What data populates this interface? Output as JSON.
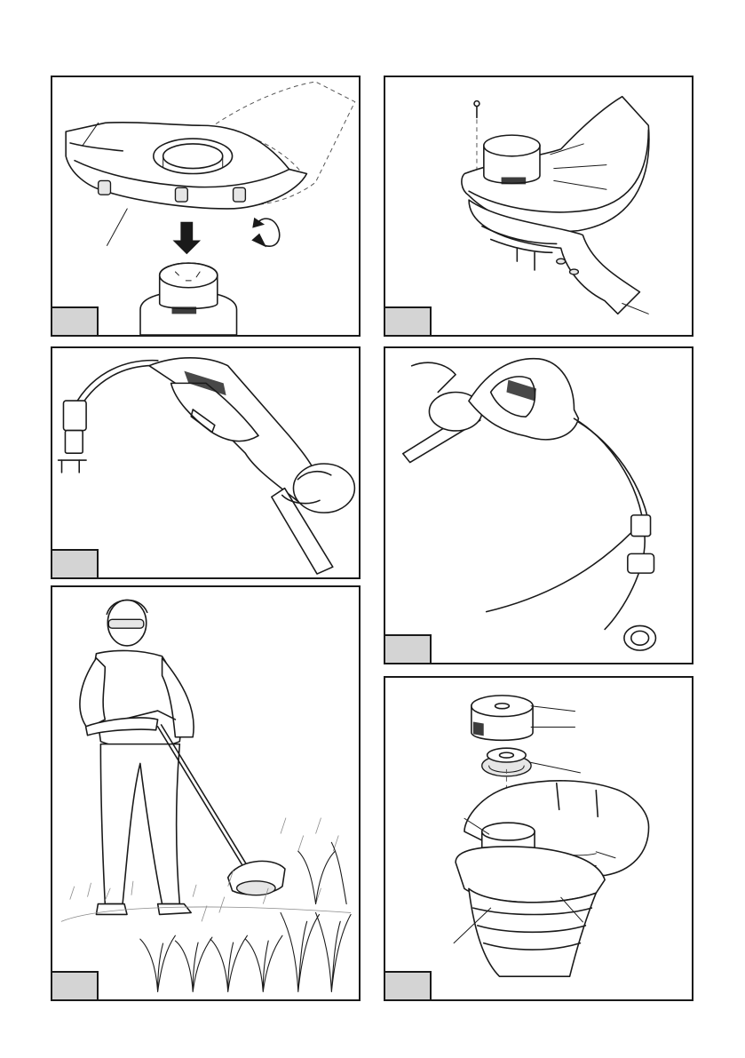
{
  "figures": [
    {
      "id": "fig-1",
      "label": ""
    },
    {
      "id": "fig-2",
      "label": ""
    },
    {
      "id": "fig-3",
      "label": ""
    },
    {
      "id": "fig-4",
      "label": ""
    },
    {
      "id": "fig-5",
      "label": ""
    },
    {
      "id": "fig-6",
      "label": ""
    }
  ],
  "colors": {
    "line": "#1a1a1a",
    "tab": "#d4d4d4",
    "background": "#ffffff"
  }
}
